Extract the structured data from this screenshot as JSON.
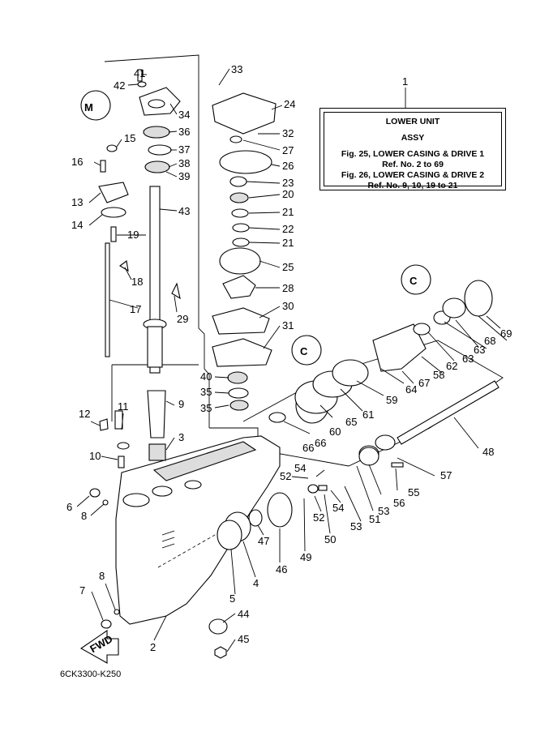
{
  "info_box": {
    "number": "1",
    "title_line1": "LOWER UNIT",
    "title_line2": "ASSY",
    "ref_lines": [
      "Fig. 25, LOWER CASING & DRIVE 1",
      "Ref. No. 2 to 69",
      "Fig. 26, LOWER CASING & DRIVE 2",
      "Ref. No. 9, 10, 19 to 21"
    ]
  },
  "diagram_code": "6CK3300-K250",
  "fwd_label": "FWD",
  "callouts": [
    "M",
    "C",
    "C"
  ],
  "part_numbers": [
    "41",
    "42",
    "34",
    "36",
    "37",
    "38",
    "39",
    "43",
    "33",
    "24",
    "32",
    "27",
    "26",
    "23",
    "20",
    "21",
    "22",
    "21",
    "25",
    "28",
    "30",
    "31",
    "15",
    "16",
    "13",
    "14",
    "19",
    "18",
    "17",
    "29",
    "40",
    "35",
    "35",
    "9",
    "3",
    "11",
    "12",
    "10",
    "6",
    "8",
    "7",
    "8",
    "2",
    "44",
    "45",
    "5",
    "4",
    "47",
    "46",
    "49",
    "50",
    "52",
    "54",
    "52",
    "54",
    "53",
    "51",
    "53",
    "56",
    "55",
    "57",
    "48",
    "66",
    "60",
    "65",
    "61",
    "66",
    "59",
    "64",
    "58",
    "67",
    "62",
    "63",
    "63",
    "68",
    "69"
  ]
}
